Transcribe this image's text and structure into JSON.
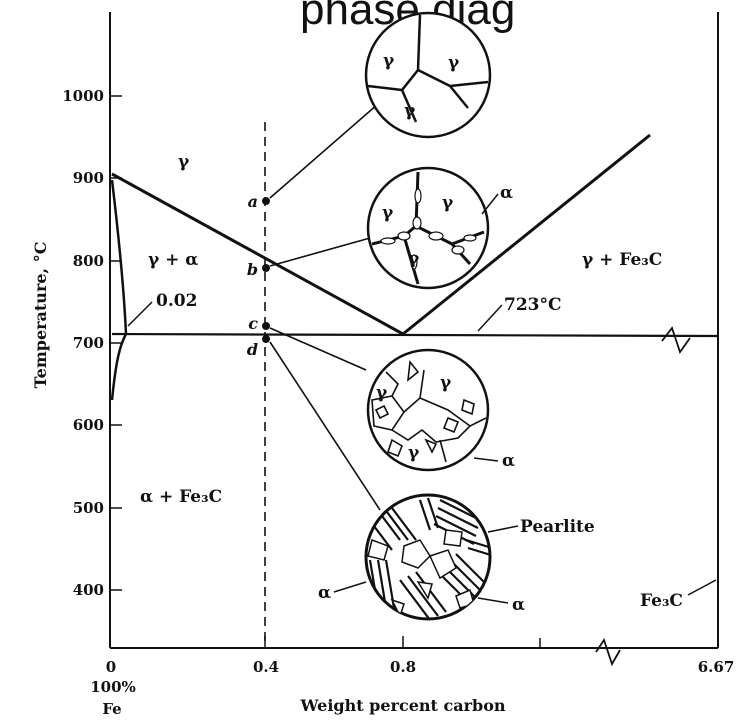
{
  "header_fragment": "phase diag",
  "axes": {
    "xlabel": "Weight percent carbon",
    "ylabel": "Temperature, °C",
    "x_ticks": [
      "0",
      "0.4",
      "0.8",
      "6.67"
    ],
    "x_origin_sub": [
      "100%",
      "Fe"
    ],
    "y_ticks": [
      "1000",
      "900",
      "800",
      "700",
      "600",
      "500",
      "400"
    ]
  },
  "regions": {
    "gamma": "γ",
    "gamma_alpha": "γ + α",
    "gamma_fe3c": "γ + Fe₃C",
    "alpha_fe3c": "α + Fe₃C"
  },
  "annotations": {
    "solubility": "0.02",
    "eutectoid_temp": "723°C",
    "cementite": "Fe₃C",
    "pearlite": "Pearlite"
  },
  "points": [
    "a",
    "b",
    "c",
    "d"
  ],
  "micrographs": {
    "a": {
      "labels": [
        "γ",
        "γ",
        "γ"
      ]
    },
    "b": {
      "labels": [
        "γ",
        "γ",
        "γ",
        "α"
      ]
    },
    "c": {
      "labels": [
        "γ",
        "γ",
        "γ",
        "α"
      ]
    },
    "d": {
      "labels": [
        "α",
        "α",
        "Pearlite"
      ]
    }
  }
}
